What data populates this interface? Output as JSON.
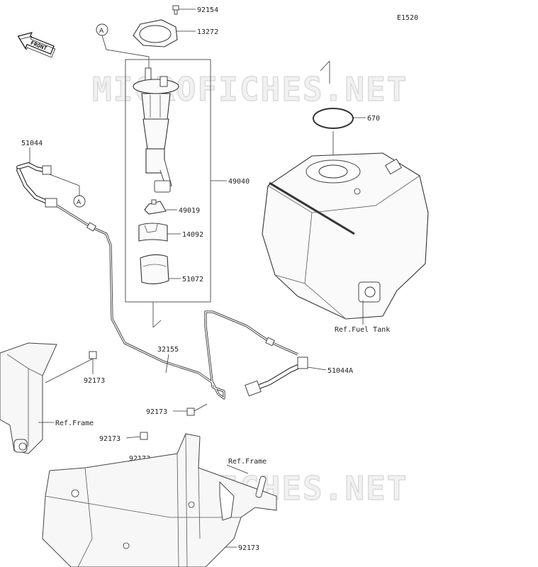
{
  "diagram_code": "E1520",
  "front_label": "FRONT",
  "watermark": "MICROFICHES.NET",
  "ref_marker": "A",
  "parts": {
    "p92154": "92154",
    "p13272": "13272",
    "p670": "670",
    "p51044": "51044",
    "p49040": "49040",
    "p49019": "49019",
    "p14092": "14092",
    "p51072": "51072",
    "p32155": "32155",
    "p51044A": "51044A",
    "p92173": "92173"
  },
  "refs": {
    "fuel_tank": "Ref.Fuel Tank",
    "frame": "Ref.Frame"
  }
}
